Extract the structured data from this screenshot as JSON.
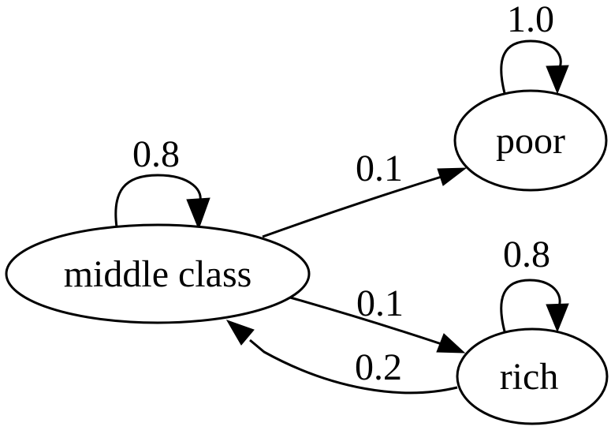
{
  "diagram": {
    "type": "state-transition-diagram",
    "background_color": "#ffffff",
    "stroke_color": "#000000",
    "node_fill_color": "#ffffff",
    "text_color": "#000000"
  },
  "nodes": [
    {
      "id": "middle-class",
      "label": "middle class"
    },
    {
      "id": "poor",
      "label": "poor"
    },
    {
      "id": "rich",
      "label": "rich"
    }
  ],
  "edges": [
    {
      "from": "middle-class",
      "to": "middle-class",
      "label": "0.8"
    },
    {
      "from": "middle-class",
      "to": "poor",
      "label": "0.1"
    },
    {
      "from": "middle-class",
      "to": "rich",
      "label": "0.1"
    },
    {
      "from": "poor",
      "to": "poor",
      "label": "1.0"
    },
    {
      "from": "rich",
      "to": "rich",
      "label": "0.8"
    },
    {
      "from": "rich",
      "to": "middle-class",
      "label": "0.2"
    }
  ]
}
